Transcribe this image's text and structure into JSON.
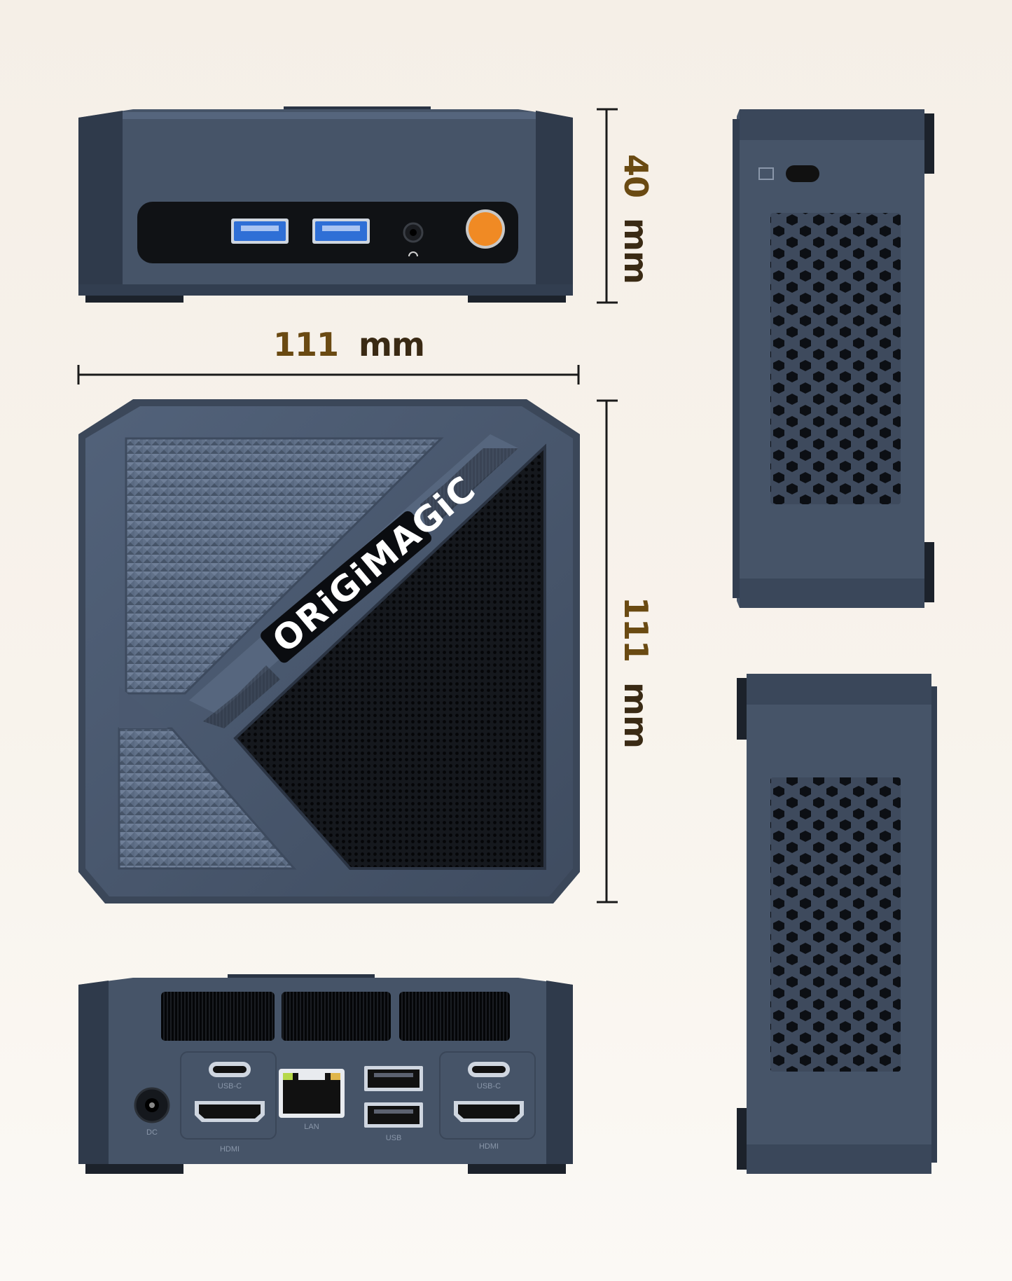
{
  "dimensions": {
    "height": {
      "value": "40",
      "unit": "mm"
    },
    "width": {
      "value": "111",
      "unit": "mm"
    },
    "depth": {
      "value": "111",
      "unit": "mm"
    }
  },
  "brand": "ORiGiMAGiC",
  "rear_port_labels": {
    "usb_c_left": "USB-C",
    "usb_c_right": "USB-C",
    "dc": "DC",
    "lan": "LAN",
    "usb": "USB",
    "hdmi_left": "HDMI",
    "hdmi_right": "HDMI"
  },
  "colors": {
    "chassis": "#465468",
    "chassis_dark": "#2c3748",
    "accent_power": "#f08a24",
    "usb_blue": "#2f6fd6",
    "dimension_number": "#6a4a12"
  }
}
